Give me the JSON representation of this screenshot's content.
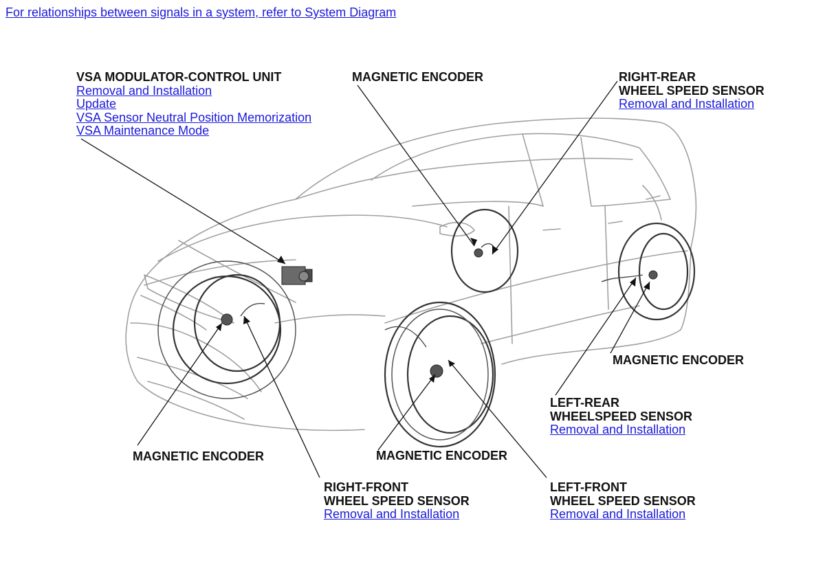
{
  "header": {
    "system_link": "For relationships between signals in a system, refer to System Diagram"
  },
  "callouts": {
    "vsa_unit": {
      "title": "VSA MODULATOR-CONTROL UNIT",
      "links": [
        "Removal and Installation",
        "Update",
        "VSA Sensor Neutral Position Memorization",
        "VSA Maintenance Mode"
      ]
    },
    "encoder_top": {
      "title": "MAGNETIC ENCODER"
    },
    "right_rear": {
      "title_line1": "RIGHT-REAR",
      "title_line2": "WHEEL SPEED SENSOR",
      "link": "Removal and Installation"
    },
    "encoder_right_side": {
      "title": "MAGNETIC ENCODER"
    },
    "left_rear": {
      "title_line1": "LEFT-REAR",
      "title_line2": "WHEELSPEED SENSOR",
      "link": "Removal and Installation"
    },
    "encoder_front_left": {
      "title": "MAGNETIC ENCODER"
    },
    "encoder_front_center": {
      "title": "MAGNETIC ENCODER"
    },
    "right_front": {
      "title_line1": "RIGHT-FRONT",
      "title_line2": "WHEEL SPEED SENSOR",
      "link": "Removal and Installation"
    },
    "left_front": {
      "title_line1": "LEFT-FRONT",
      "title_line2": "WHEEL SPEED SENSOR",
      "link": "Removal and Installation"
    }
  },
  "colors": {
    "link": "#1a1adb",
    "text": "#111111",
    "line": "#222222",
    "car_line": "#9a9a9a"
  }
}
